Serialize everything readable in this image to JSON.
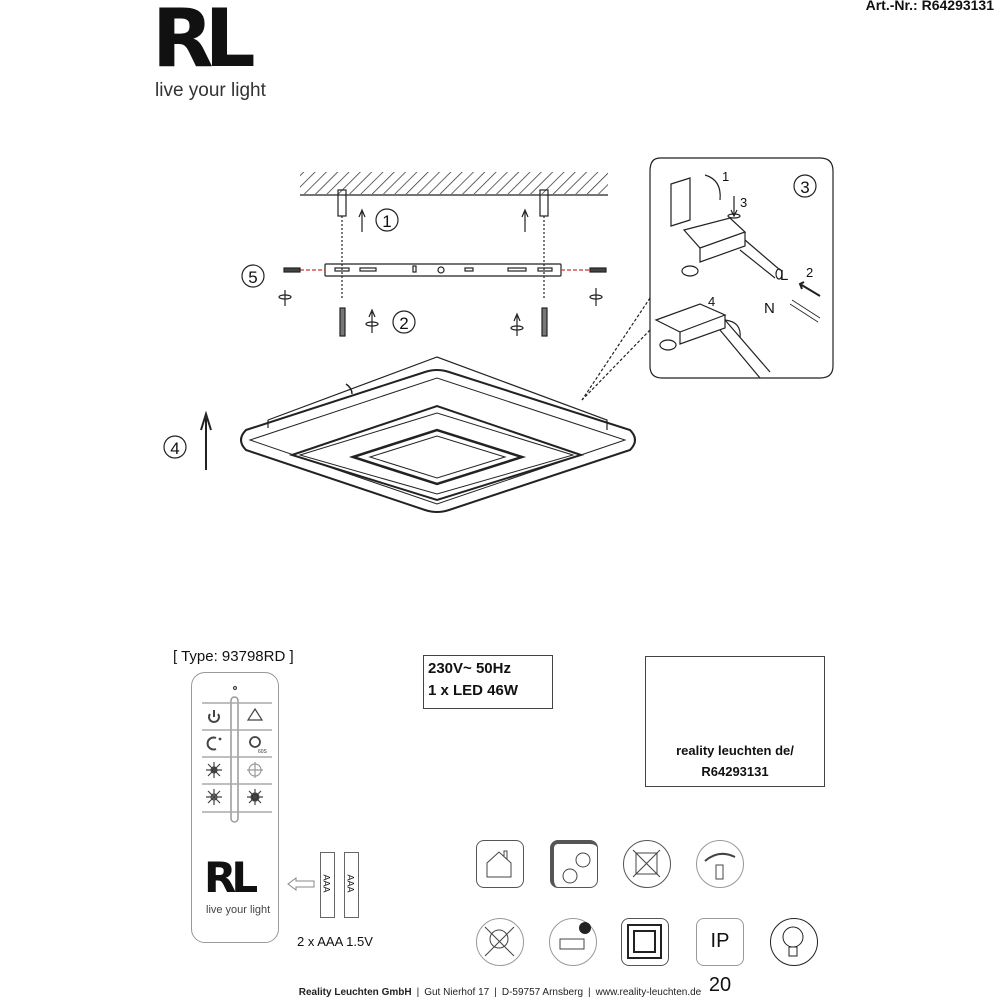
{
  "header": {
    "article_number": "Art.-Nr.: R64293131",
    "logo_text": "RL",
    "logo_tagline": "live your light"
  },
  "diagram": {
    "step_labels": [
      "1",
      "2",
      "3",
      "4",
      "5"
    ],
    "detail_labels": [
      "1",
      "2",
      "3",
      "4"
    ],
    "wire_labels": {
      "live": "L",
      "neutral": "N"
    }
  },
  "remote": {
    "type_label": "[ Type: 93798RD ]",
    "logo_text": "RL",
    "logo_tagline": "live your light",
    "battery_text": "AAA",
    "battery_label": "2 x AAA 1.5V",
    "timer_label": "60S"
  },
  "spec": {
    "line1": "230V~ 50Hz",
    "line2": "1 x LED 46W"
  },
  "qr": {
    "line1": "reality leuchten de/",
    "line2": "R64293131"
  },
  "icons": {
    "ip_rating": "IP 20"
  },
  "footer": {
    "company": "Reality Leuchten GmbH",
    "street": "Gut Nierhof 17",
    "city": "D-59757 Arnsberg",
    "web": "www.reality-leuchten.de",
    "separator": "|"
  }
}
